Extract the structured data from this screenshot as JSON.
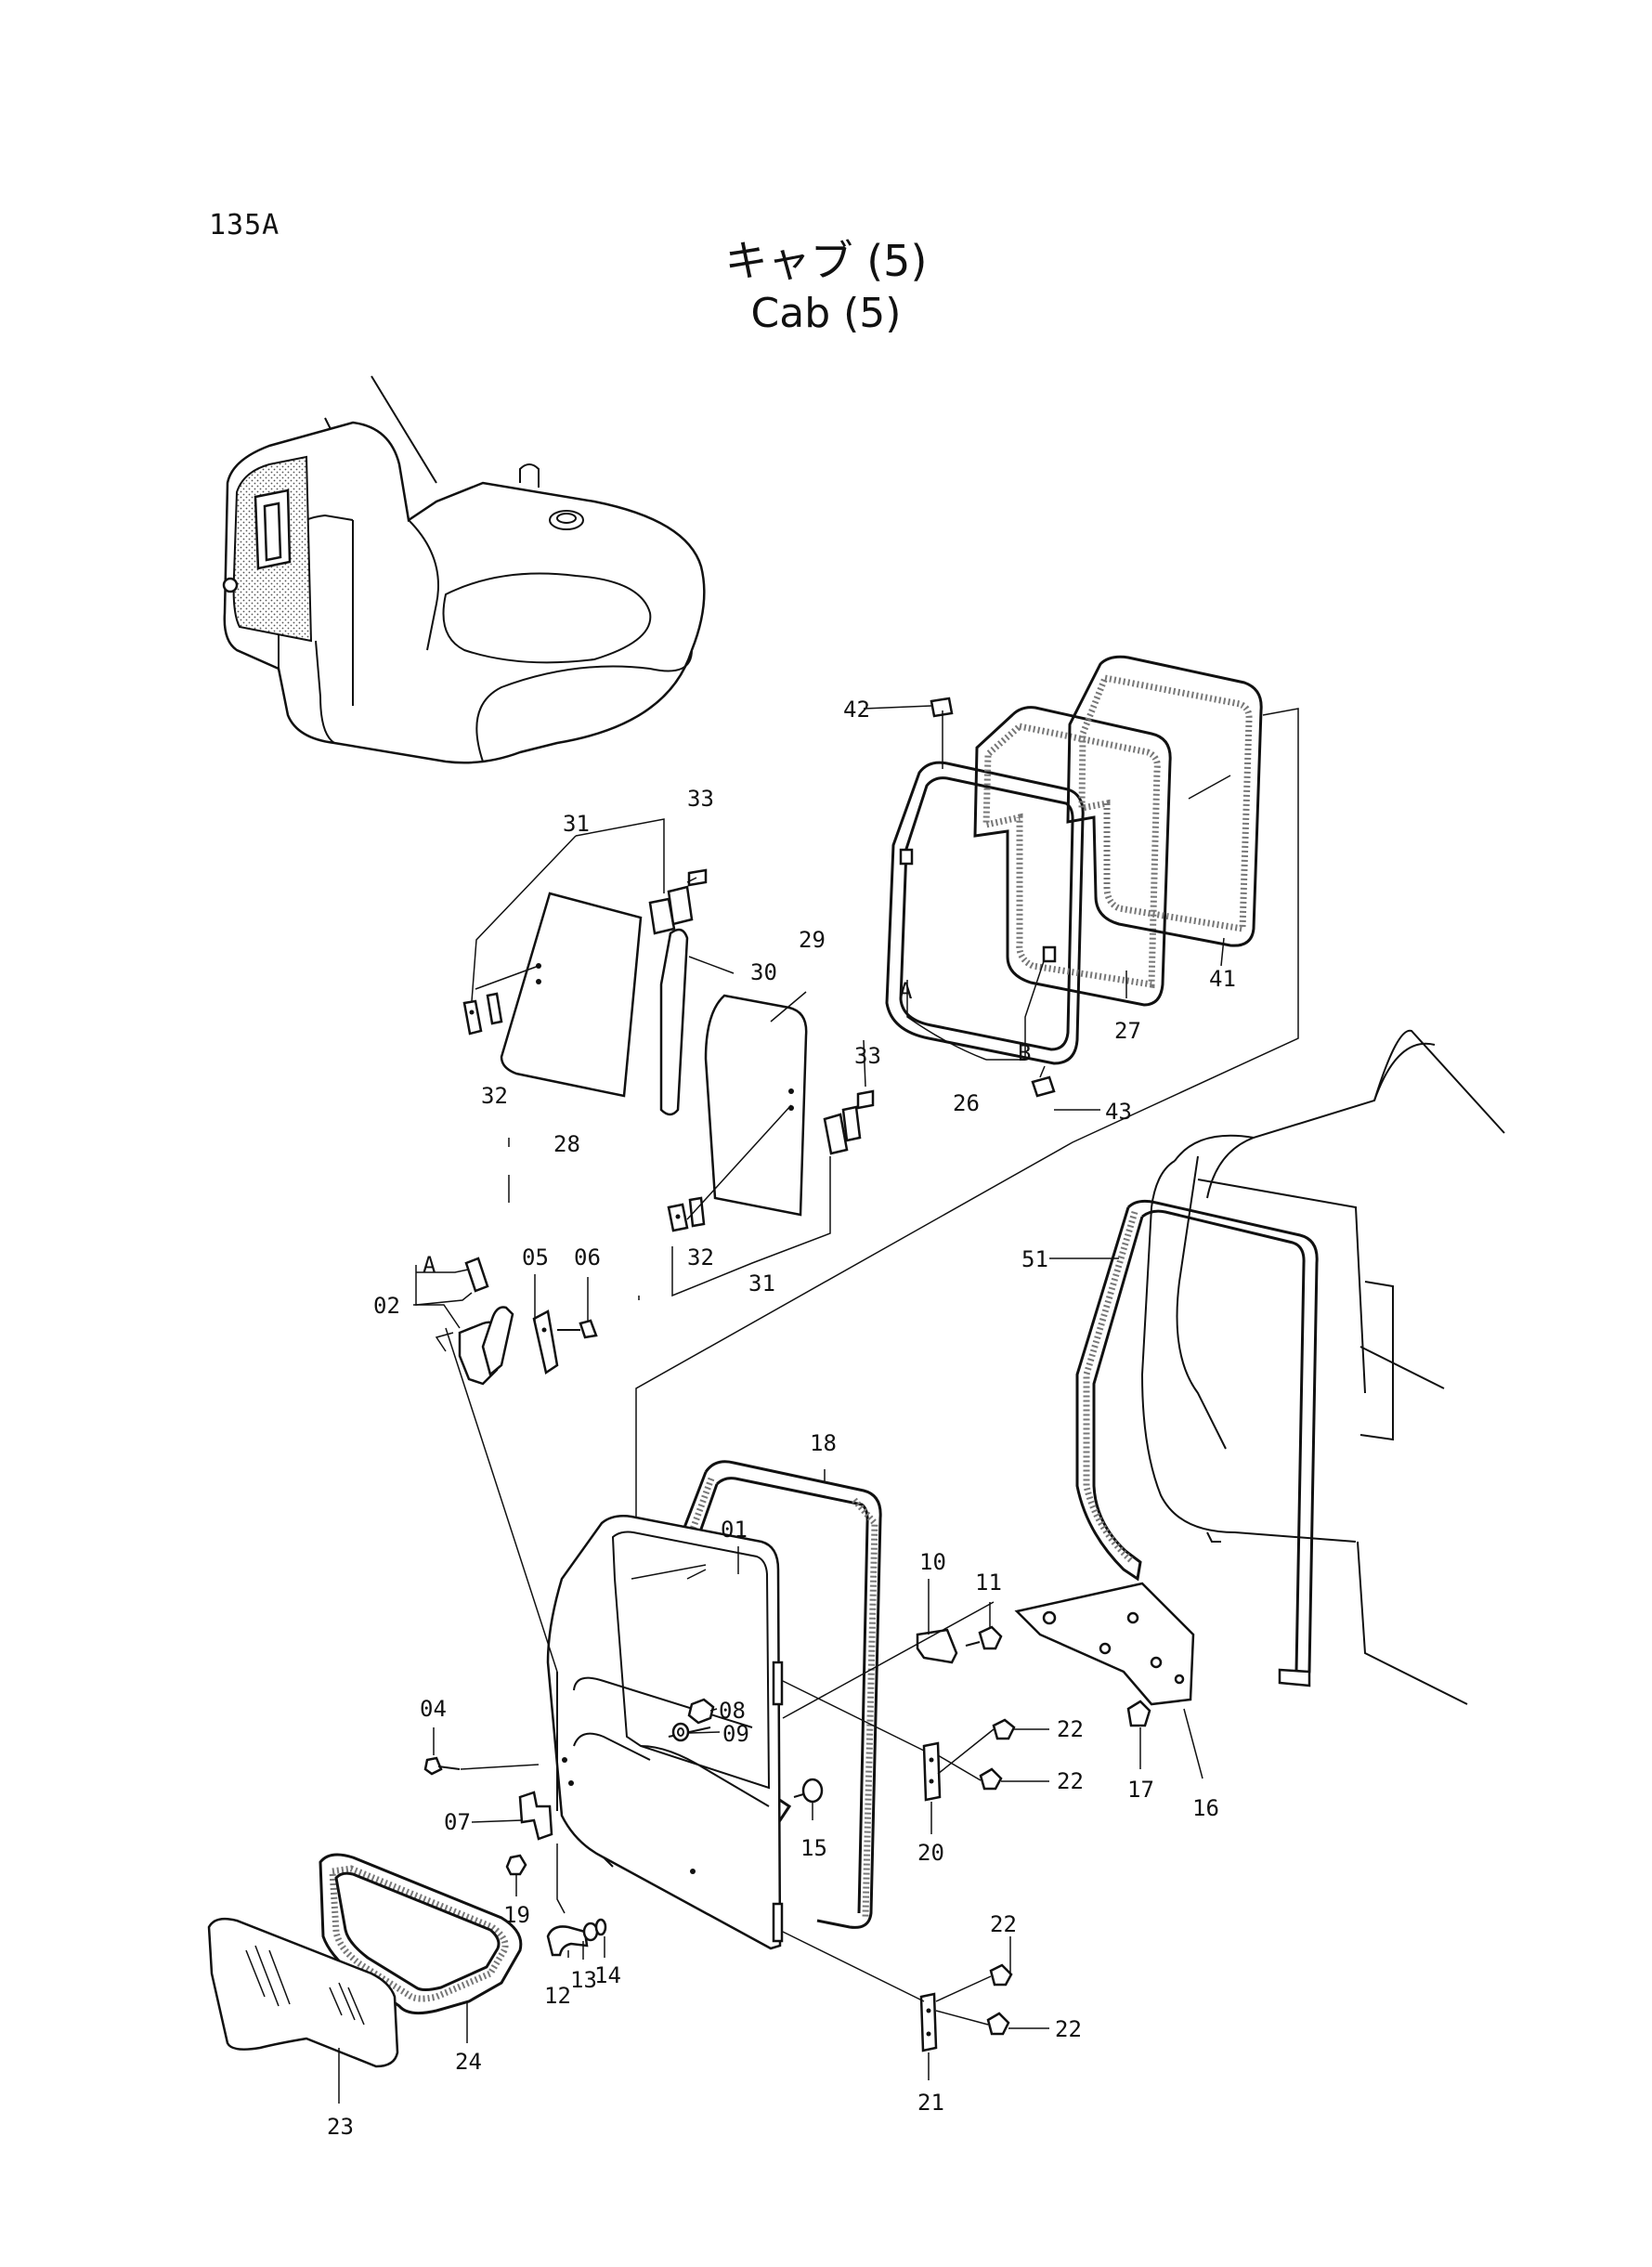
{
  "header": {
    "page_code": "135A",
    "title_jp": "キャブ (5)",
    "title_en": "Cab (5)"
  },
  "callouts": [
    {
      "id": "c42",
      "text": "42"
    },
    {
      "id": "c33a",
      "text": "33"
    },
    {
      "id": "c31a",
      "text": "31"
    },
    {
      "id": "c30",
      "text": "30"
    },
    {
      "id": "c29",
      "text": "29"
    },
    {
      "id": "c32a",
      "text": "32"
    },
    {
      "id": "c28",
      "text": "28"
    },
    {
      "id": "c33b",
      "text": "33"
    },
    {
      "id": "c32b",
      "text": "32"
    },
    {
      "id": "c31b",
      "text": "31"
    },
    {
      "id": "cA1",
      "text": "A"
    },
    {
      "id": "cB",
      "text": "B"
    },
    {
      "id": "c26",
      "text": "26"
    },
    {
      "id": "c27",
      "text": "27"
    },
    {
      "id": "c41",
      "text": "41"
    },
    {
      "id": "c43",
      "text": "43"
    },
    {
      "id": "cA2",
      "text": "A"
    },
    {
      "id": "c02",
      "text": "02"
    },
    {
      "id": "c05",
      "text": "05"
    },
    {
      "id": "c06",
      "text": "06"
    },
    {
      "id": "c51",
      "text": "51"
    },
    {
      "id": "c18",
      "text": "18"
    },
    {
      "id": "c01",
      "text": "01"
    },
    {
      "id": "c10",
      "text": "10"
    },
    {
      "id": "c11",
      "text": "11"
    },
    {
      "id": "c08",
      "text": "08"
    },
    {
      "id": "c09",
      "text": "09"
    },
    {
      "id": "c04",
      "text": "04"
    },
    {
      "id": "c22a",
      "text": "22"
    },
    {
      "id": "c22b",
      "text": "22"
    },
    {
      "id": "c17",
      "text": "17"
    },
    {
      "id": "c16",
      "text": "16"
    },
    {
      "id": "c07",
      "text": "07"
    },
    {
      "id": "c20",
      "text": "20"
    },
    {
      "id": "c15",
      "text": "15"
    },
    {
      "id": "c19",
      "text": "19"
    },
    {
      "id": "c14",
      "text": "14"
    },
    {
      "id": "c13",
      "text": "13"
    },
    {
      "id": "c12",
      "text": "12"
    },
    {
      "id": "c22c",
      "text": "22"
    },
    {
      "id": "c22d",
      "text": "22"
    },
    {
      "id": "c24",
      "text": "24"
    },
    {
      "id": "c21",
      "text": "21"
    },
    {
      "id": "c23",
      "text": "23"
    }
  ]
}
